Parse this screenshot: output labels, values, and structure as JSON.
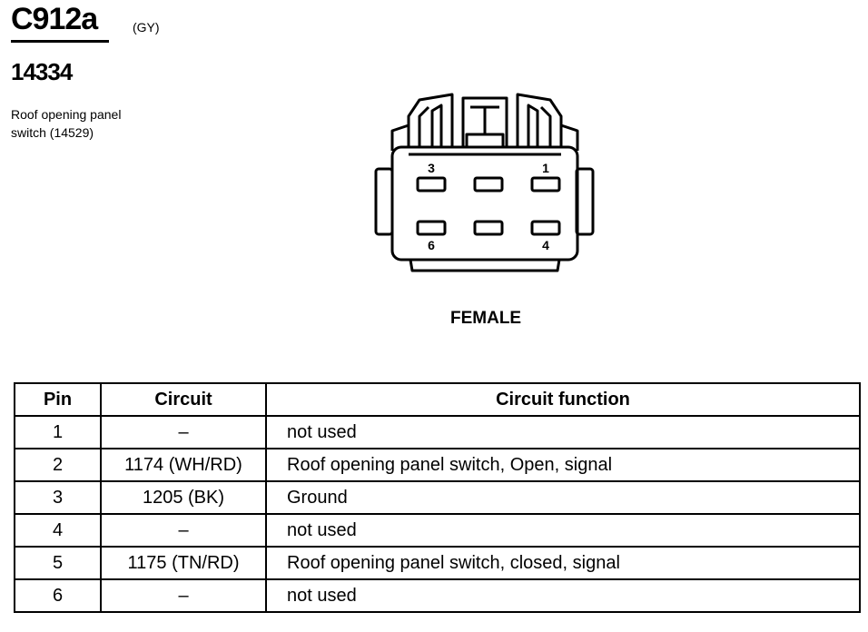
{
  "header": {
    "connector_id": "C912a",
    "color_code": "(GY)",
    "part_number": "14334",
    "description_line1": "Roof opening panel",
    "description_line2": "switch (14529)"
  },
  "connector": {
    "gender": "FEMALE",
    "pin_labels": {
      "top_left": "3",
      "top_right": "1",
      "bottom_left": "6",
      "bottom_right": "4"
    }
  },
  "table": {
    "headers": {
      "pin": "Pin",
      "circuit": "Circuit",
      "function": "Circuit function"
    },
    "rows": [
      {
        "pin": "1",
        "circuit": "–",
        "function": "not used"
      },
      {
        "pin": "2",
        "circuit": "1174 (WH/RD)",
        "function": "Roof opening panel switch, Open, signal"
      },
      {
        "pin": "3",
        "circuit": "1205 (BK)",
        "function": "Ground"
      },
      {
        "pin": "4",
        "circuit": "–",
        "function": "not used"
      },
      {
        "pin": "5",
        "circuit": "1175 (TN/RD)",
        "function": "Roof opening panel switch, closed, signal"
      },
      {
        "pin": "6",
        "circuit": "–",
        "function": "not used"
      }
    ]
  }
}
